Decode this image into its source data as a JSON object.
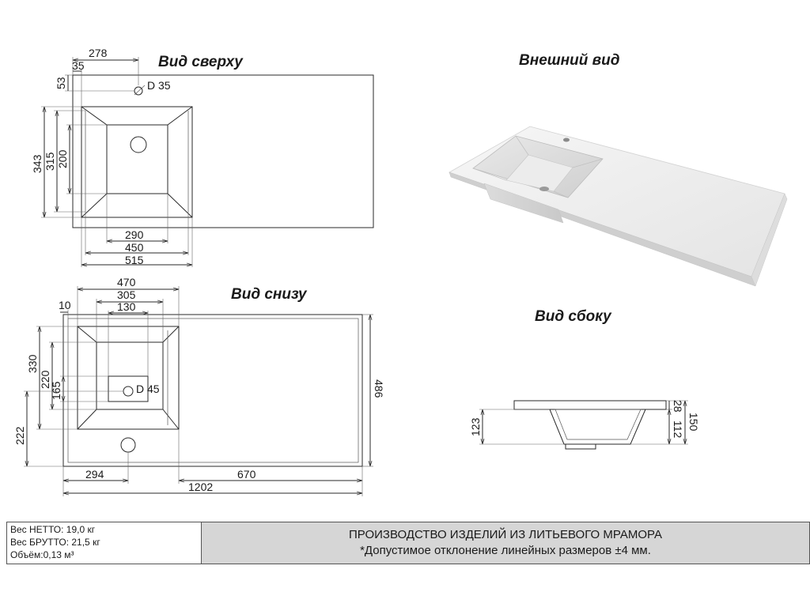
{
  "views": {
    "top_title": "Вид сверху",
    "exterior_title": "Внешний вид",
    "bottom_title": "Вид снизу",
    "side_title": "Вид сбоку"
  },
  "top_view": {
    "dim_278": "278",
    "dim_35": "35",
    "dim_53": "53",
    "hole_label": "D 35",
    "dim_343": "343",
    "dim_315": "315",
    "dim_200": "200",
    "dim_290": "290",
    "dim_450": "450",
    "dim_515": "515"
  },
  "bottom_view": {
    "dim_470": "470",
    "dim_305": "305",
    "dim_130": "130",
    "dim_10": "10",
    "dim_330": "330",
    "dim_220": "220",
    "dim_165": "165",
    "dim_222": "222",
    "drain_label": "D 45",
    "dim_486": "486",
    "dim_294": "294",
    "dim_670": "670",
    "dim_1202": "1202"
  },
  "side_view": {
    "dim_123": "123",
    "dim_28": "28",
    "dim_112": "112",
    "dim_150": "150"
  },
  "footer": {
    "net_weight": "Вес НЕТТО: 19,0 кг",
    "gross_weight": "Вес БРУТТО: 21,5 кг",
    "volume": "Объём:0,13 м³",
    "headline": "ПРОИЗВОДСТВО ИЗДЕЛИЙ ИЗ ЛИТЬЕВОГО МРАМОРА",
    "note": "*Допустимое отклонение линейных размеров ±4 мм."
  }
}
